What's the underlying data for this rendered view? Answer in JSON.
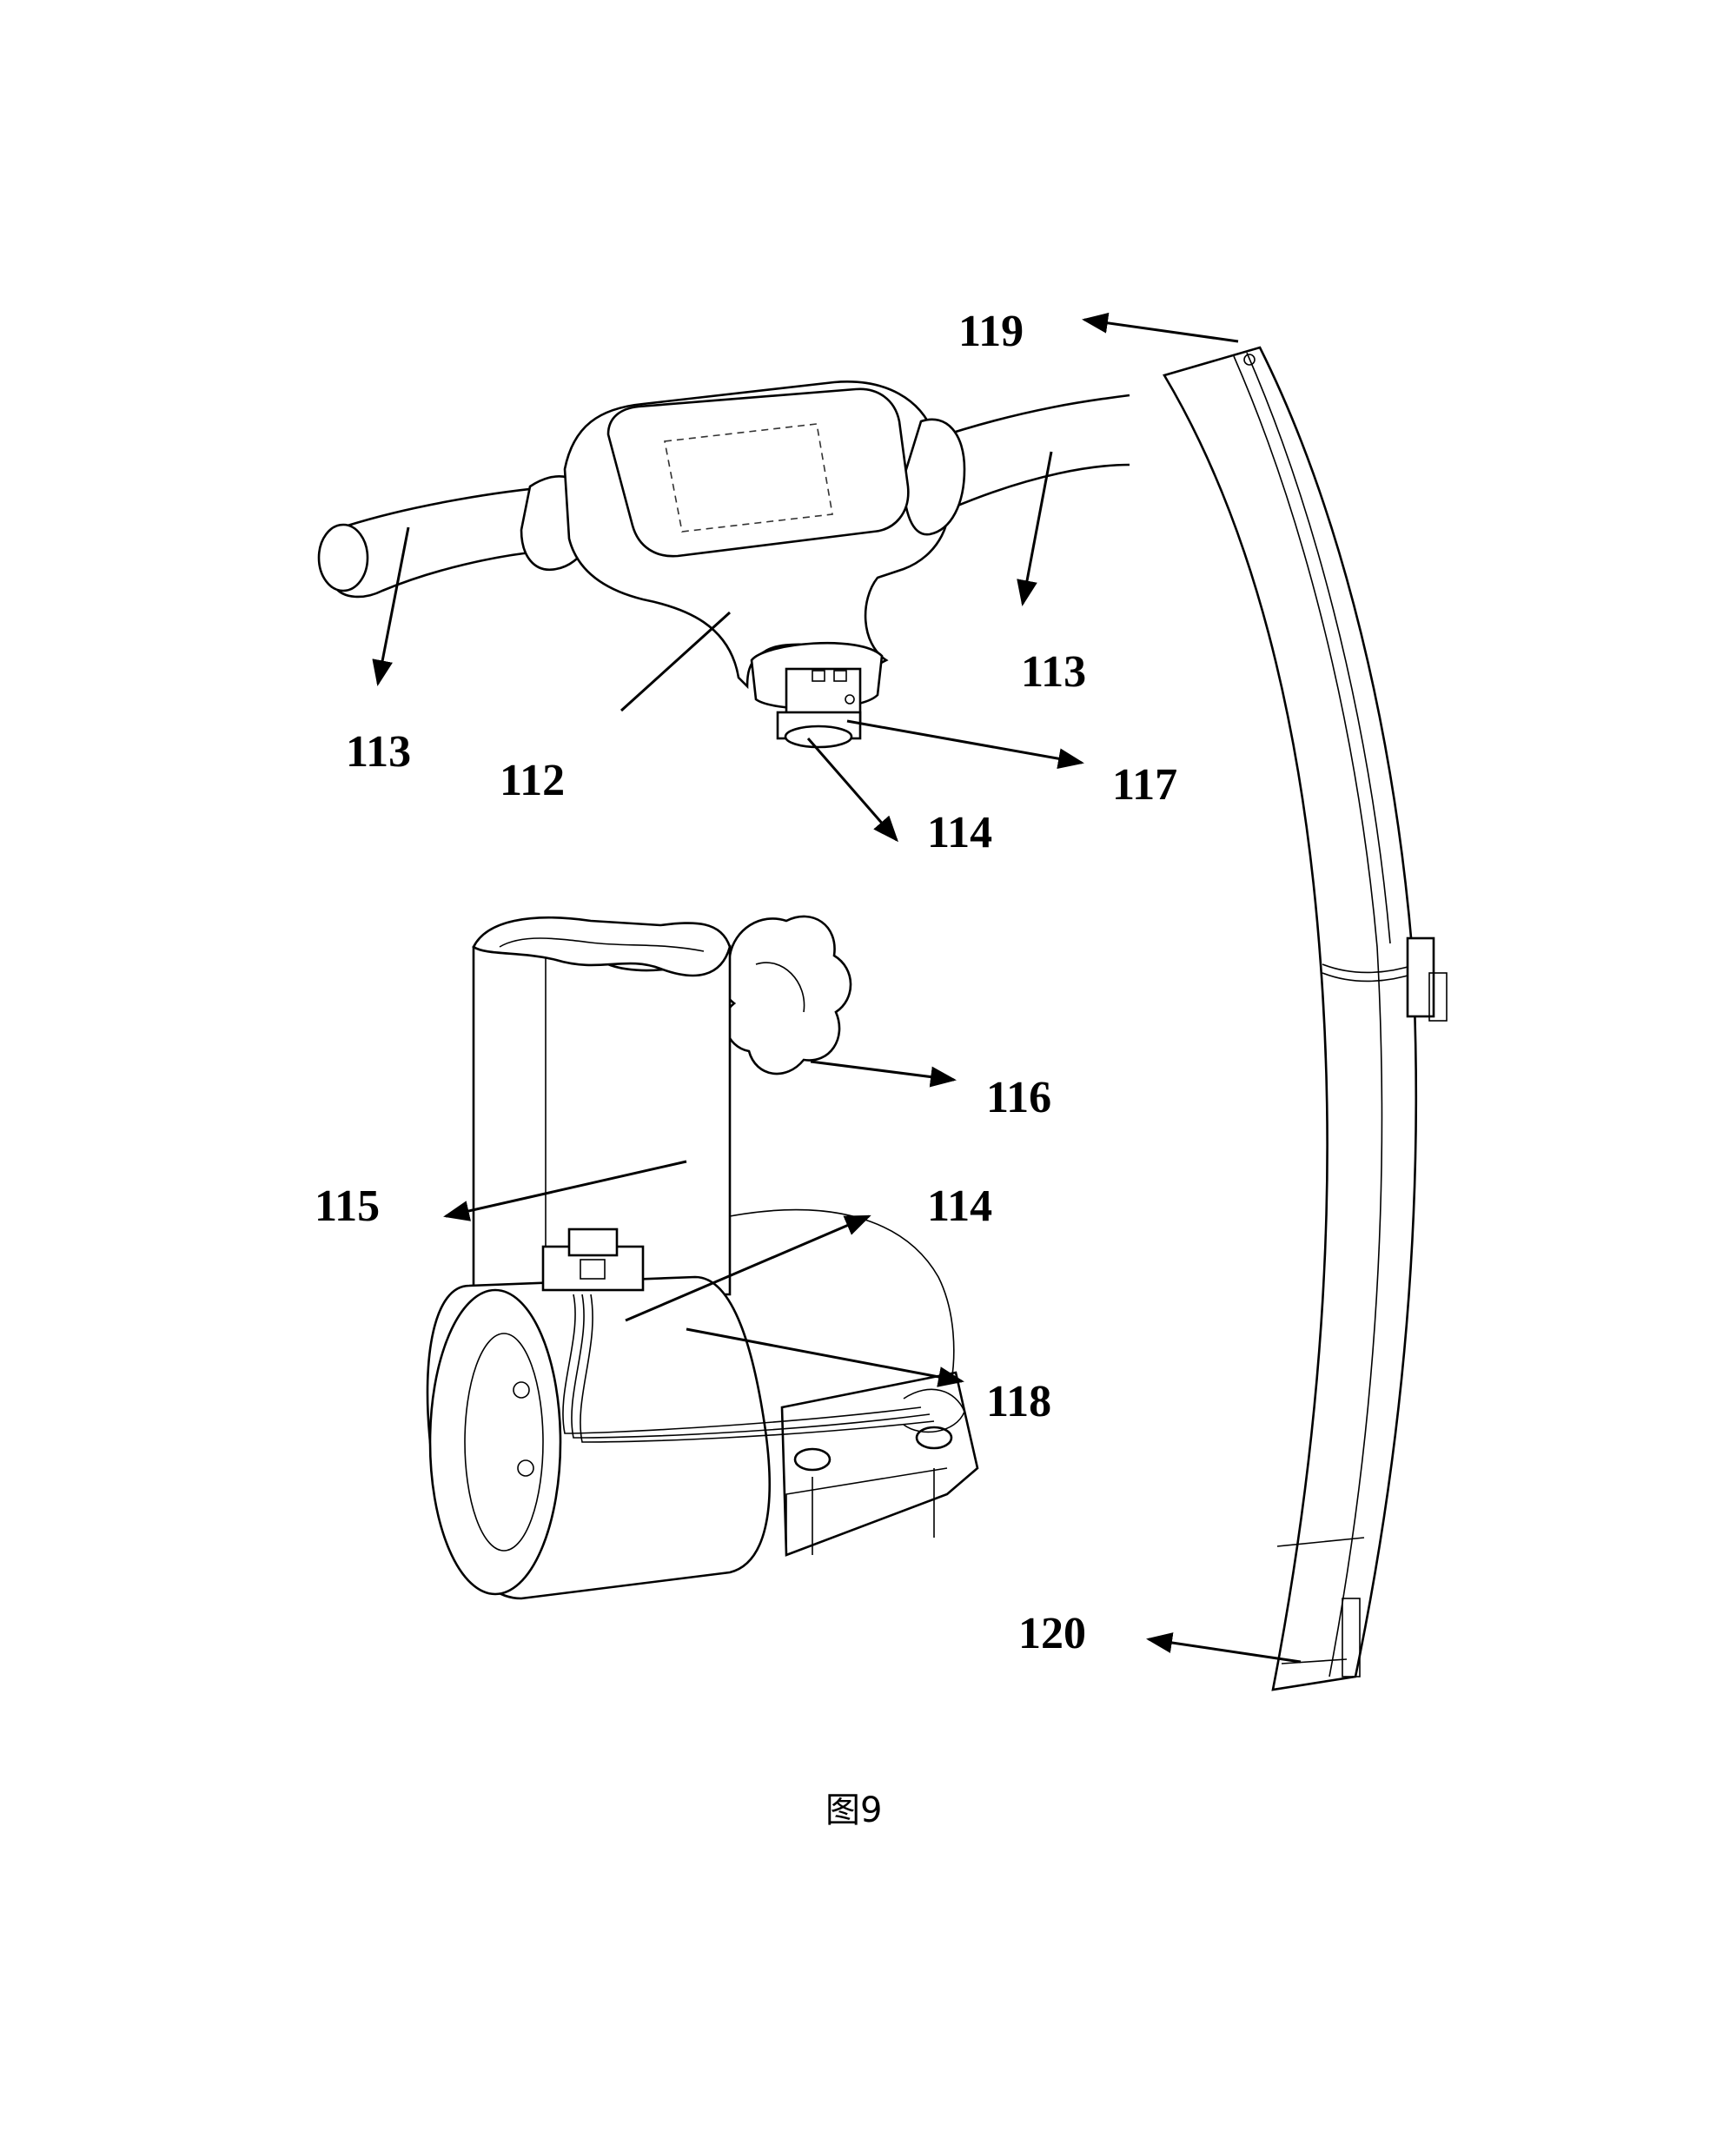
{
  "figure": {
    "caption": "图9",
    "labels": {
      "l119": "119",
      "l113_left": "113",
      "l113_right": "113",
      "l112": "112",
      "l117": "117",
      "l114_top": "114",
      "l116": "116",
      "l115": "115",
      "l114_mid": "114",
      "l118": "118",
      "l120": "120"
    }
  }
}
